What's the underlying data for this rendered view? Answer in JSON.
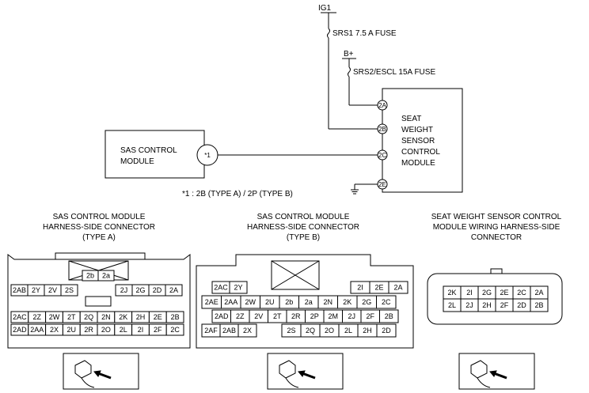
{
  "power": {
    "ig1": "IG1",
    "fuse1": "SRS1 7.5 A  FUSE",
    "bplus": "B+",
    "fuse2": "SRS2/ESCL 15A  FUSE"
  },
  "seat_module": {
    "label_lines": [
      "SEAT",
      "WEIGHT",
      "SENSOR",
      "CONTROL",
      "MODULE"
    ],
    "terminals": [
      "2A",
      "2B",
      "2C",
      "2E"
    ]
  },
  "sas_module": {
    "label_lines": [
      "SAS CONTROL",
      "MODULE"
    ],
    "terminal": "*1"
  },
  "footnote": "*1 :  2B (TYPE A) / 2P (TYPE B)",
  "connectors": [
    {
      "caption_lines": [
        "SAS CONTROL MODULE",
        "HARNESS-SIDE CONNECTOR",
        "(TYPE A)"
      ]
    },
    {
      "caption_lines": [
        "SAS CONTROL MODULE",
        "HARNESS-SIDE CONNECTOR",
        "(TYPE B)"
      ]
    },
    {
      "caption_lines": [
        "SEAT WEIGHT SENSOR  CONTROL",
        "MODULE WIRING HARNESS-SIDE",
        "CONNECTOR"
      ]
    }
  ],
  "conn_a_pins": {
    "top": [
      "2b",
      "2a"
    ],
    "row1_left": [
      "2AB",
      "2Y",
      "2V",
      "2S"
    ],
    "row1_right": [
      "2J",
      "2G",
      "2D",
      "2A"
    ],
    "row2": [
      "2AC",
      "2Z",
      "2W",
      "2T",
      "2Q",
      "2N",
      "2K",
      "2H",
      "2E",
      "2B"
    ],
    "row3": [
      "2AD",
      "2AA",
      "2X",
      "2U",
      "2R",
      "2O",
      "2L",
      "2I",
      "2F",
      "2C"
    ]
  },
  "conn_b_pins": {
    "row1_left": [
      "2AC",
      "2Y"
    ],
    "row1_right": [
      "2I",
      "2E",
      "2A"
    ],
    "row2": [
      "2AE",
      "2AA",
      "2W",
      "2U",
      "2b",
      "2a",
      "2N",
      "2K",
      "2G",
      "2C"
    ],
    "row3": [
      "2AD",
      "2Z",
      "2V",
      "2T",
      "2R",
      "2P",
      "2M",
      "2J",
      "2F",
      "2B"
    ],
    "row4_left": [
      "2AF",
      "2AB",
      "2X"
    ],
    "row4_right": [
      "2S",
      "2Q",
      "2O",
      "2L",
      "2H",
      "2D"
    ]
  },
  "conn_c_pins": {
    "row1": [
      "2K",
      "2I",
      "2G",
      "2E",
      "2C",
      "2A"
    ],
    "row2": [
      "2L",
      "2J",
      "2H",
      "2F",
      "2D",
      "2B"
    ]
  }
}
